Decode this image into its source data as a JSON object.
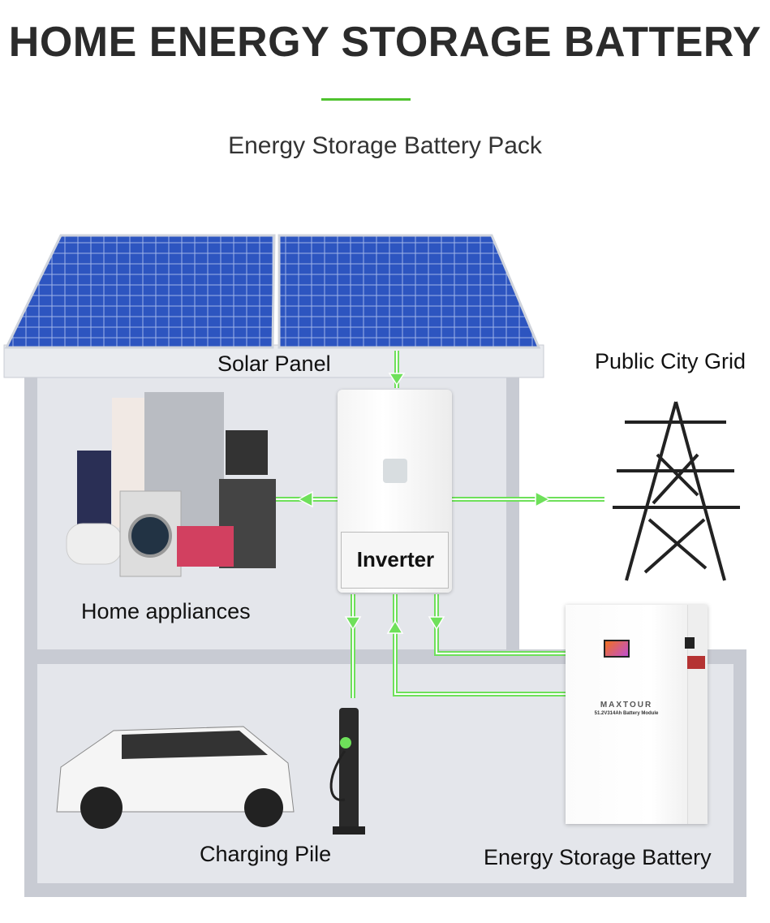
{
  "header": {
    "title": "HOME ENERGY STORAGE BATTERY",
    "subtitle": "Energy Storage Battery Pack"
  },
  "labels": {
    "solar_panel": "Solar Panel",
    "public_grid": "Public City Grid",
    "inverter": "Inverter",
    "home_appliances": "Home appliances",
    "charging_pile": "Charging Pile",
    "energy_storage_battery": "Energy Storage Battery"
  },
  "battery": {
    "brand": "MAXTOUR",
    "model": "51.2V314Ah Battery Module"
  },
  "colors": {
    "accent": "#4fc22e",
    "flow": "#6ee05a",
    "panel": "#2a4fb8",
    "house": "#c8cbd3",
    "house_inner": "#e4e6eb"
  }
}
